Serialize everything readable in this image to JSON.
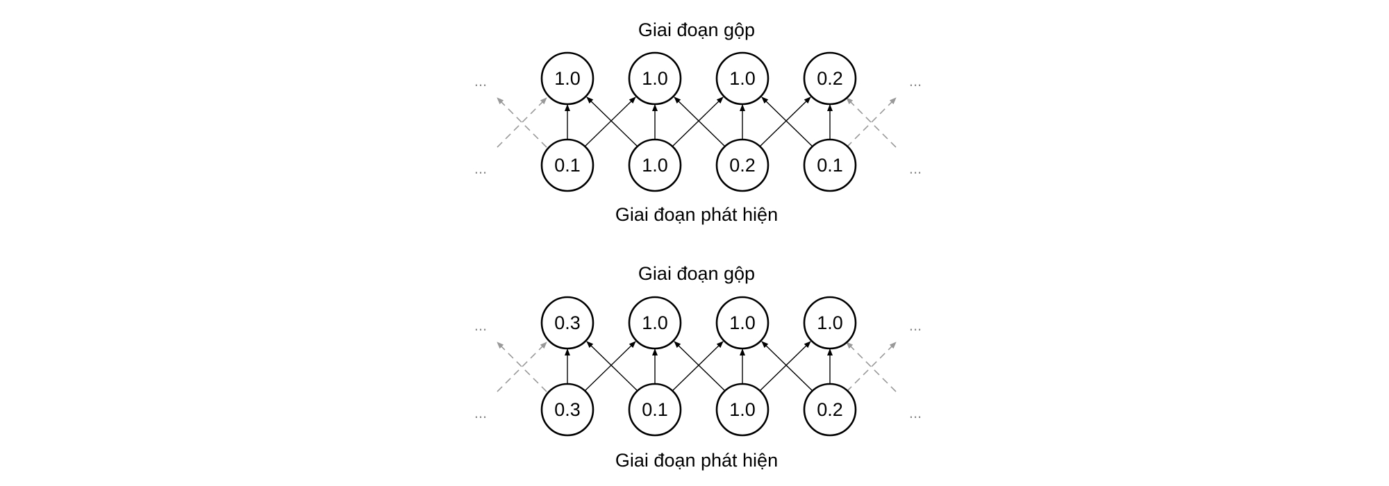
{
  "diagrams": [
    {
      "title": "Giai đoạn gộp",
      "subtitle": "Giai đoạn phát hiện",
      "top_values": [
        "1.0",
        "1.0",
        "1.0",
        "0.2"
      ],
      "bottom_values": [
        "0.1",
        "1.0",
        "0.2",
        "0.1"
      ],
      "ellipsis": "..."
    },
    {
      "title": "Giai đoạn gộp",
      "subtitle": "Giai đoạn phát hiện",
      "top_values": [
        "0.3",
        "1.0",
        "1.0",
        "1.0"
      ],
      "bottom_values": [
        "0.3",
        "0.1",
        "1.0",
        "0.2"
      ],
      "ellipsis": "..."
    }
  ],
  "colors": {
    "solid": "#000000",
    "dashed": "#999999"
  }
}
